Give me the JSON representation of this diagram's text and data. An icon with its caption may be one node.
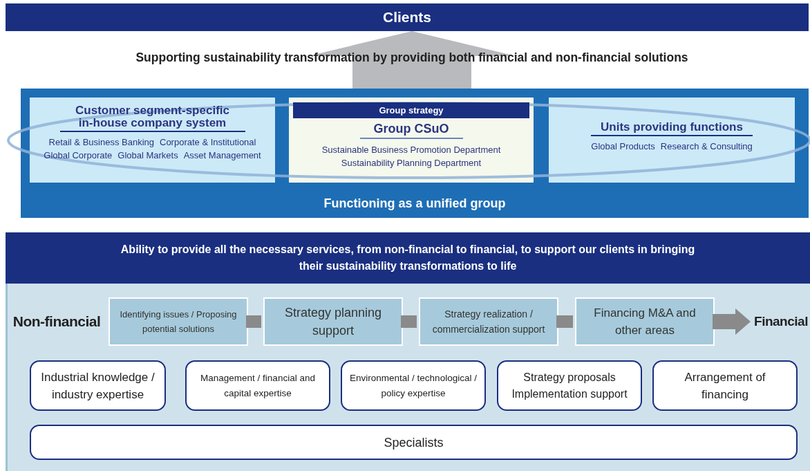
{
  "diagram": {
    "nodes": [
      {
        "text": [
          "Clients"
        ]
      },
      {
        "text": [
          "Functioning as a unified group"
        ]
      },
      {
        "text": [
          "Customer segment-specific in-house company system",
          "Retail & Business Banking",
          "Corporate & Institutional",
          "Global Corporate",
          "Global Markets",
          "Asset Management"
        ],
        "in": 1
      },
      {
        "text": [
          "Group strategy",
          "Group CSuO",
          "Sustainable Business Promotion Department",
          "Sustainability Planning Department"
        ],
        "in": 1
      },
      {
        "text": [
          "Units providing functions",
          "Global Products",
          "Research & Consulting"
        ],
        "in": 1
      },
      {
        "text": [
          "Ability to provide all the necessary services, from non-financial to financial, to support our clients in bringing their sustainability transformations to life"
        ]
      },
      {
        "text": [
          "Non-financial"
        ],
        "in": 5
      },
      {
        "text": [
          "Identifying issues / Proposing potential solutions"
        ],
        "in": 5
      },
      {
        "text": [
          "Strategy planning support"
        ],
        "in": 5
      },
      {
        "text": [
          "Strategy realization / commercialization support"
        ],
        "in": 5
      },
      {
        "text": [
          "Financing M&A and other areas"
        ],
        "in": 5
      },
      {
        "text": [
          "Financial"
        ],
        "in": 5
      },
      {
        "text": [
          "Industrial knowledge / industry expertise"
        ],
        "in": 5
      },
      {
        "text": [
          "Management / financial and capital expertise"
        ],
        "in": 5
      },
      {
        "text": [
          "Environmental / technological / policy expertise"
        ],
        "in": 5
      },
      {
        "text": [
          "Strategy proposals Implementation support"
        ],
        "in": 5
      },
      {
        "text": [
          "Arrangement of financing"
        ],
        "in": 5
      },
      {
        "text": [
          "Specialists"
        ],
        "in": 5
      }
    ],
    "edges": [
      {
        "from": 1,
        "to": 0,
        "arrow": "to",
        "label": "Supporting sustainability transformation by providing both financial and non-financial solutions"
      },
      {
        "from": 7,
        "to": 8,
        "arrow": "none"
      },
      {
        "from": 8,
        "to": 9,
        "arrow": "none"
      },
      {
        "from": 9,
        "to": 10,
        "arrow": "none"
      },
      {
        "from": 10,
        "to": 11,
        "arrow": "to"
      }
    ]
  }
}
